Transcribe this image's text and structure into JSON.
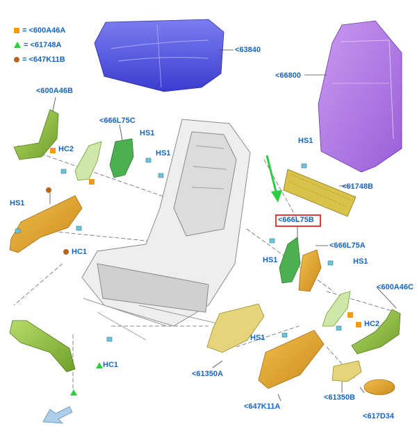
{
  "legend": [
    {
      "symbol": "square",
      "color": "#f39c12",
      "eq": "=",
      "code": "<600A46A"
    },
    {
      "symbol": "triangle",
      "color": "#2ecc40",
      "eq": "=",
      "code": "<61748A"
    },
    {
      "symbol": "dot",
      "color": "#b5651d",
      "eq": "=",
      "code": "<647K11B"
    }
  ],
  "labels": {
    "cushion": "<63840",
    "backrest": "<66800",
    "trim_left_top": "<600A46B",
    "shield_center": "<666L75C",
    "hs1_a": "HS1",
    "hs1_b": "HS1",
    "hc2_left": "HC2",
    "hs1_c": "HS1",
    "hs1_right_top": "HS1",
    "mat": "<61748B",
    "shield_highlight": "<666L75B",
    "shield_a": "<666L75A",
    "hs1_d": "HS1",
    "hs1_e": "HS1",
    "hc1_left": "HC1",
    "trim_right": "<600A46C",
    "hc2_right": "HC2",
    "hs1_f": "HS1",
    "hc1_bottom": "HC1",
    "panel_center": "<61350A",
    "panel_right": "<647K11A",
    "bracket_small": "<61350B",
    "cap": "<617D34"
  },
  "colors": {
    "cushion": "#5b5ee6",
    "backrest": "#b57be8",
    "trim_green": "#8bc34a",
    "shield_green": "#4caf50",
    "trim_orange": "#e8a43a",
    "panel_yellow": "#e2c24a",
    "highlight_red": "#e53935",
    "arrow_green": "#2ecc40",
    "label_blue": "#1565c0"
  }
}
